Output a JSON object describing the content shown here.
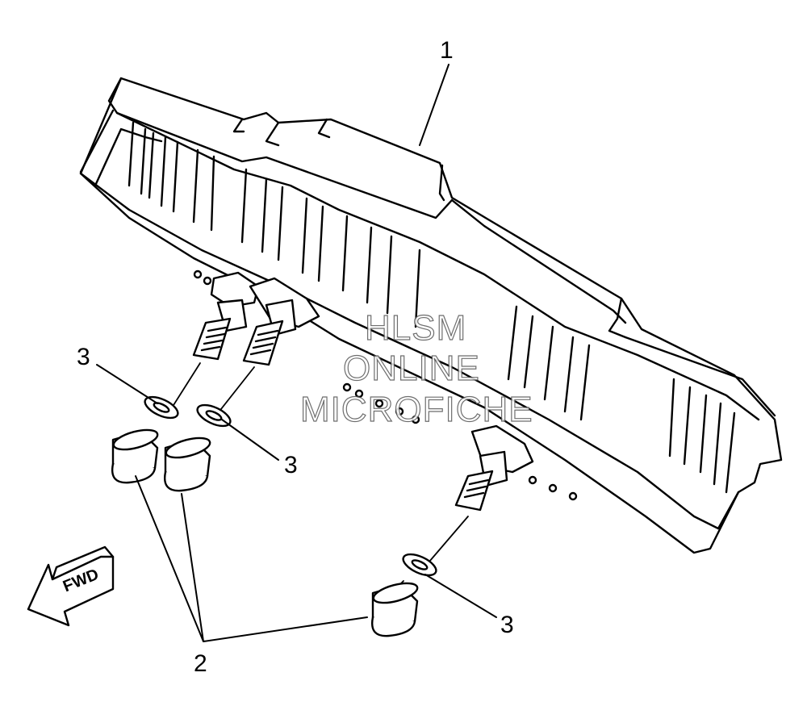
{
  "callouts": {
    "part1": "1",
    "part2": "2",
    "part3_a": "3",
    "part3_b": "3",
    "part3_c": "3"
  },
  "direction_arrow": {
    "label": "FWD"
  },
  "watermark": {
    "line1": "HLSM",
    "line2": "ONLINE",
    "line3": "MICROFICHE"
  }
}
